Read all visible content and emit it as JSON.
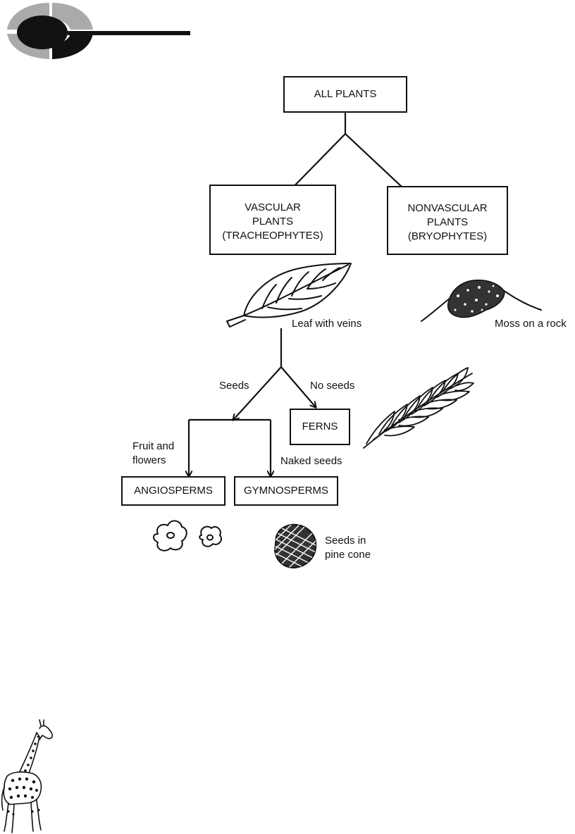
{
  "diagram": {
    "root": "ALL PLANTS",
    "vascular": [
      "VASCULAR",
      "PLANTS",
      "(TRACHEOPHYTES)"
    ],
    "nonvascular": [
      "NONVASCULAR",
      "PLANTS",
      "(BRYOPHYTES)"
    ],
    "ferns": "FERNS",
    "angiosperms": "ANGIOSPERMS",
    "gymnosperms": "GYMNOSPERMS",
    "labels": {
      "leaf_with_veins": "Leaf with veins",
      "moss_on_rock": "Moss on a rock",
      "seeds": "Seeds",
      "no_seeds": "No seeds",
      "fruit_and_flowers": [
        "Fruit and",
        "flowers"
      ],
      "naked_seeds": "Naked seeds",
      "seeds_in_pine_cone": [
        "Seeds in",
        "pine cone"
      ]
    }
  },
  "icons": {
    "header_logo": "section-badge-icon",
    "leaf": "leaf-icon",
    "moss": "moss-rock-icon",
    "fern": "fern-frond-icon",
    "flowers": "flower-icon",
    "pine_cone": "pine-cone-icon",
    "giraffe": "giraffe-icon"
  }
}
